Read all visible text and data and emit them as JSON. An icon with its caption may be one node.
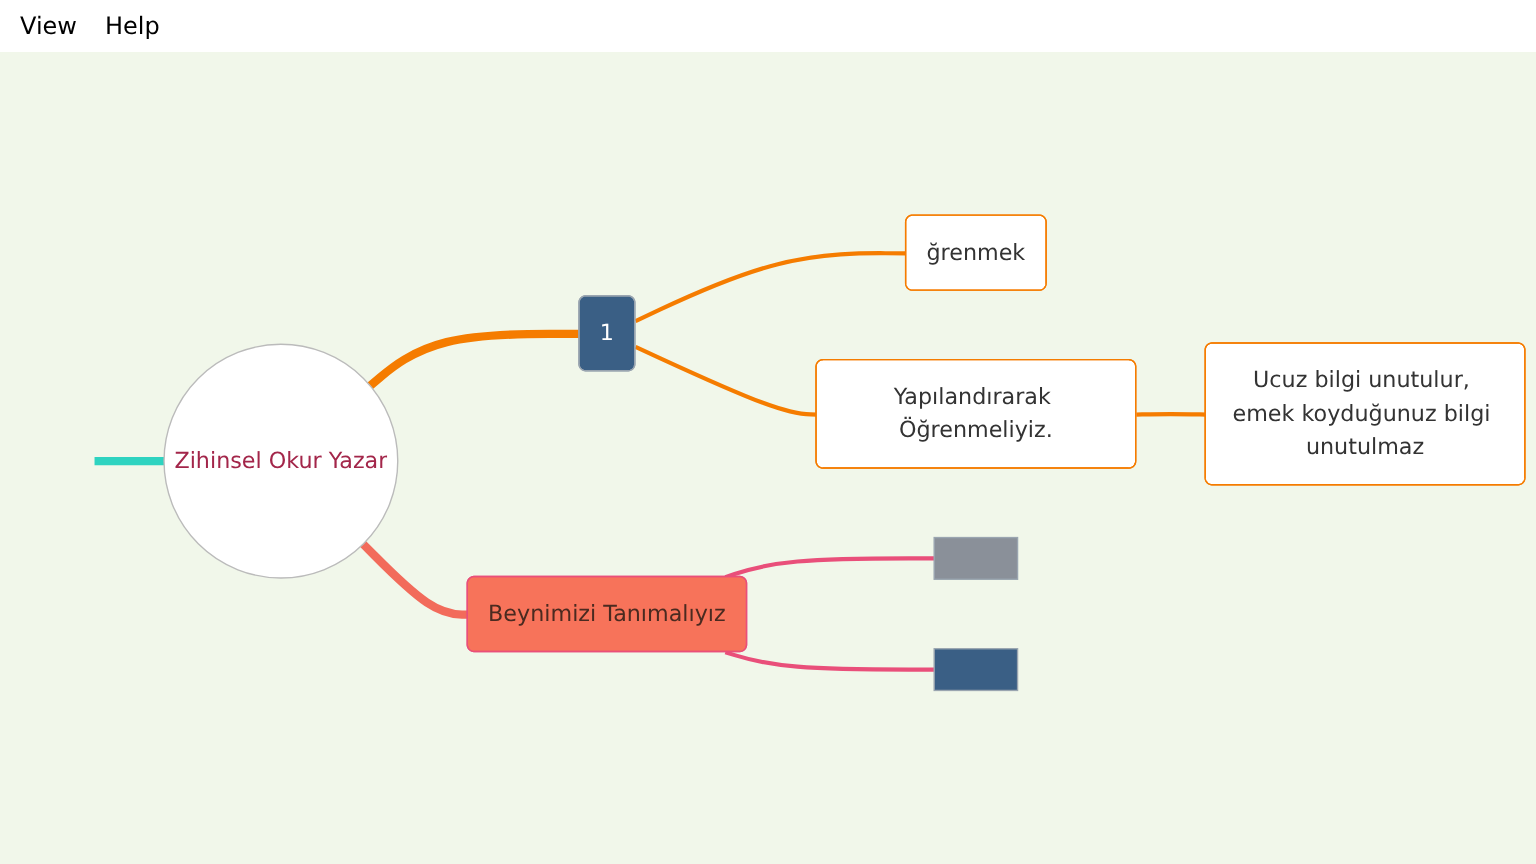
{
  "diagram": {
    "nodes": [
      {
        "text": [
          "Zihinsel Okur Yazar"
        ]
      },
      {
        "text": [
          "1"
        ]
      },
      {
        "text": [
          "ğrenmek"
        ]
      },
      {
        "text": [
          "Yapılandırarak Öğrenmeliyiz."
        ]
      },
      {
        "text": [
          "Ucuz bilgi unutulur, emek koyduğunuz bilgi unutulmaz"
        ]
      },
      {
        "text": [
          "Beynimizi Tanımalıyız"
        ]
      },
      {
        "text": [],
        "shape": "box"
      },
      {
        "text": [],
        "shape": "box"
      }
    ],
    "edges": [
      {
        "from": 0,
        "to": 1,
        "arrow": "none",
        "style": "thick"
      },
      {
        "from": 1,
        "to": 2,
        "arrow": "none"
      },
      {
        "from": 1,
        "to": 3,
        "arrow": "none"
      },
      {
        "from": 3,
        "to": 4,
        "arrow": "none"
      },
      {
        "from": 0,
        "to": 5,
        "arrow": "none",
        "style": "thick",
        "color": "#f26b5b"
      },
      {
        "from": 5,
        "to": 6,
        "arrow": "none",
        "color": "#e94f7a"
      },
      {
        "from": 5,
        "to": 7,
        "arrow": "none",
        "color": "#e94f7a"
      },
      {
        "from": null,
        "to": 0,
        "arrow": "none",
        "style": "thick",
        "color": "#2ed3c0"
      }
    ],
    "labels": [
      "View",
      "Help"
    ]
  }
}
